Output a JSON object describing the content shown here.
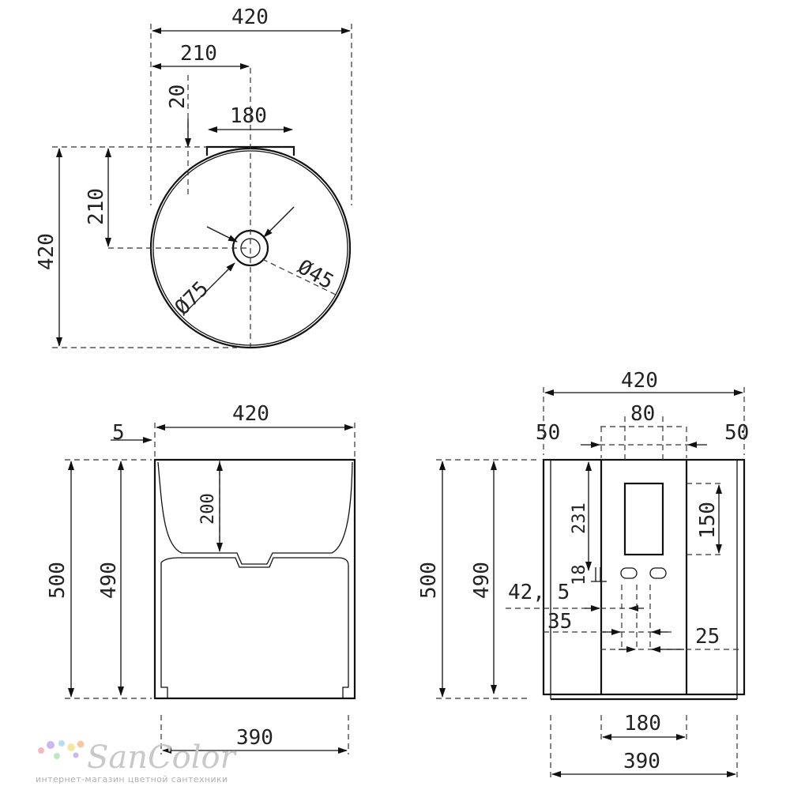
{
  "top_view": {
    "width": "420",
    "half_width": "210",
    "offset": "20",
    "ledge_width": "180",
    "depth": "420",
    "half_depth": "210",
    "drain_inner": "Ø45",
    "drain_outer": "Ø75"
  },
  "side_view": {
    "width": "420",
    "lip": "5",
    "bowl_depth": "200",
    "height": "500",
    "inner_height": "490",
    "base_width": "390"
  },
  "front_view": {
    "width": "420",
    "panel_left": "50",
    "panel_gap": "80",
    "panel_right": "50",
    "height": "500",
    "inner_height": "490",
    "slot_top": "231",
    "slot_height": "150",
    "hole_offset": "18",
    "hole_pos": "42, 5",
    "hole_left": "35",
    "hole_right": "25",
    "panel_width": "180",
    "base_width": "390"
  },
  "logo": {
    "name": "SanColor",
    "tagline": "интернет-магазин цветной сантехники",
    "dot_colors": [
      "#f5b7c6",
      "#c9b8f0",
      "#b7dcf5",
      "#f7e6a3",
      "#bfe7c3",
      "#f5c9a8"
    ]
  }
}
